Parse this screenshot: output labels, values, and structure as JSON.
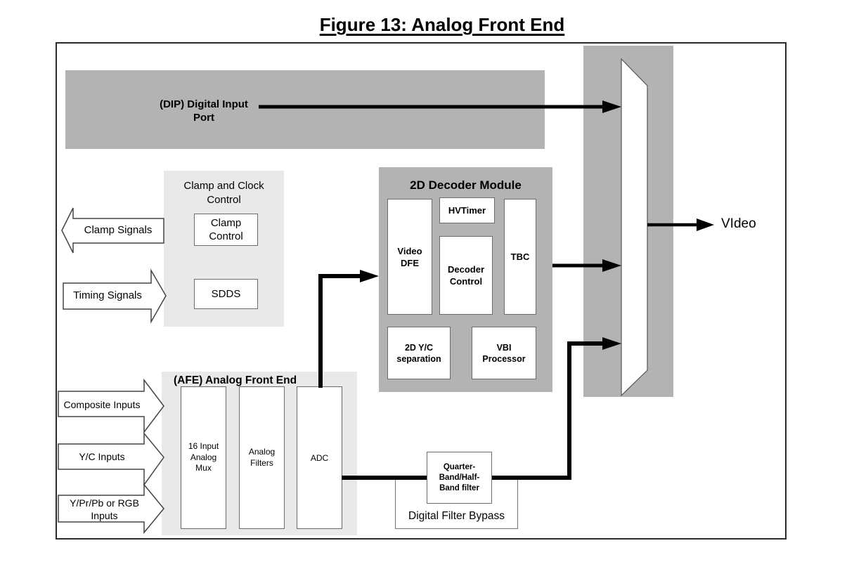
{
  "title": "Figure 13:  Analog Front End",
  "colors": {
    "box_gray": "#b3b3b3",
    "panel_gray": "#e9e9e9",
    "line_black": "#000000"
  },
  "dip": {
    "label": "(DIP) Digital Input\nPort"
  },
  "clamp_clock": {
    "title": "Clamp and Clock\nControl",
    "clamp_control": "Clamp\nControl",
    "sdds": "SDDS"
  },
  "signal_arrows": {
    "clamp": "Clamp Signals",
    "timing": "Timing Signals"
  },
  "decoder": {
    "title": "2D Decoder Module",
    "video_dfe": "Video\nDFE",
    "hvtimer": "HVTimer",
    "decoder_control": "Decoder\nControl",
    "tbc": "TBC",
    "yc_separation": "2D Y/C\nseparation",
    "vbi_processor": "VBI\nProcessor"
  },
  "afe": {
    "title": "(AFE) Analog Front End",
    "analog_mux": "16 Input\nAnalog\nMux",
    "analog_filters": "Analog\nFilters",
    "adc": "ADC"
  },
  "input_arrows": {
    "composite": "Composite Inputs",
    "yc": "Y/C Inputs",
    "ypbpr_rgb": "Y/Pr/Pb or RGB\nInputs"
  },
  "bypass": {
    "filter": "Quarter-\nBand/Half-\nBand filter",
    "label": "Digital Filter Bypass"
  },
  "output": {
    "video": "VIdeo"
  }
}
